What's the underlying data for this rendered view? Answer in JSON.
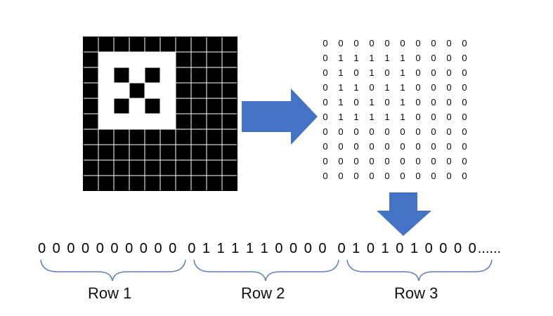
{
  "pixel_image": {
    "rows": [
      [
        0,
        0,
        0,
        0,
        0,
        0,
        0,
        0,
        0,
        0
      ],
      [
        0,
        1,
        1,
        1,
        1,
        1,
        0,
        0,
        0,
        0
      ],
      [
        0,
        1,
        0,
        1,
        0,
        1,
        0,
        0,
        0,
        0
      ],
      [
        0,
        1,
        1,
        0,
        1,
        1,
        0,
        0,
        0,
        0
      ],
      [
        0,
        1,
        0,
        1,
        0,
        1,
        0,
        0,
        0,
        0
      ],
      [
        0,
        1,
        1,
        1,
        1,
        1,
        0,
        0,
        0,
        0
      ],
      [
        0,
        0,
        0,
        0,
        0,
        0,
        0,
        0,
        0,
        0
      ],
      [
        0,
        0,
        0,
        0,
        0,
        0,
        0,
        0,
        0,
        0
      ],
      [
        0,
        0,
        0,
        0,
        0,
        0,
        0,
        0,
        0,
        0
      ],
      [
        0,
        0,
        0,
        0,
        0,
        0,
        0,
        0,
        0,
        0
      ]
    ],
    "on_color": "#ffffff",
    "off_color": "#000000"
  },
  "matrix": [
    [
      "0",
      "0",
      "0",
      "0",
      "0",
      "0",
      "0",
      "0",
      "0",
      "0"
    ],
    [
      "0",
      "1",
      "1",
      "1",
      "1",
      "1",
      "0",
      "0",
      "0",
      "0"
    ],
    [
      "0",
      "1",
      "0",
      "1",
      "0",
      "1",
      "0",
      "0",
      "0",
      "0"
    ],
    [
      "0",
      "1",
      "1",
      "0",
      "1",
      "1",
      "0",
      "0",
      "0",
      "0"
    ],
    [
      "0",
      "1",
      "0",
      "1",
      "0",
      "1",
      "0",
      "0",
      "0",
      "0"
    ],
    [
      "0",
      "1",
      "1",
      "1",
      "1",
      "1",
      "0",
      "0",
      "0",
      "0"
    ],
    [
      "0",
      "0",
      "0",
      "0",
      "0",
      "0",
      "0",
      "0",
      "0",
      "0"
    ],
    [
      "0",
      "0",
      "0",
      "0",
      "0",
      "0",
      "0",
      "0",
      "0",
      "0"
    ],
    [
      "0",
      "0",
      "0",
      "0",
      "0",
      "0",
      "0",
      "0",
      "0",
      "0"
    ],
    [
      "0",
      "0",
      "0",
      "0",
      "0",
      "0",
      "0",
      "0",
      "0",
      "0"
    ]
  ],
  "arrow_color": "#4472c4",
  "brace_color": "#5b7fbf",
  "flattened": {
    "row1": "0 0 0 0 0 0 0 0 0 0",
    "row2": "0 1 1 1 1 1 0 0 0 0",
    "row3": "0 1 0 1 0 1 0 0 0 0",
    "ellipsis": "......"
  },
  "labels": {
    "row1": "Row 1",
    "row2": "Row 2",
    "row3": "Row 3"
  }
}
